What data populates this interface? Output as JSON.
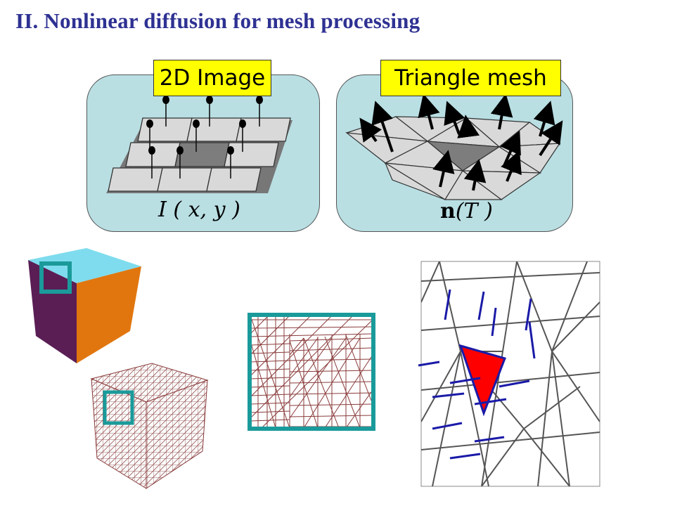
{
  "title": "II. Nonlinear diffusion for mesh processing",
  "left_panel": {
    "tag": "2D Image",
    "formula": "I ( x, y )"
  },
  "right_panel": {
    "tag": "Triangle mesh",
    "formula_bold": "n",
    "formula_rest": "(T )"
  },
  "colors": {
    "title": "#2e3192",
    "panel_fill": "#b9dfe3",
    "tag_fill": "#ffff00",
    "cube_top": "#7fdcee",
    "cube_left": "#5a1e55",
    "cube_right": "#e1760f",
    "highlight_box": "#1a9a9a",
    "mesh_lines": "#8a3b3b",
    "selected_triangle": "#ff0000",
    "normal_arrows": "#1a1aa8"
  }
}
